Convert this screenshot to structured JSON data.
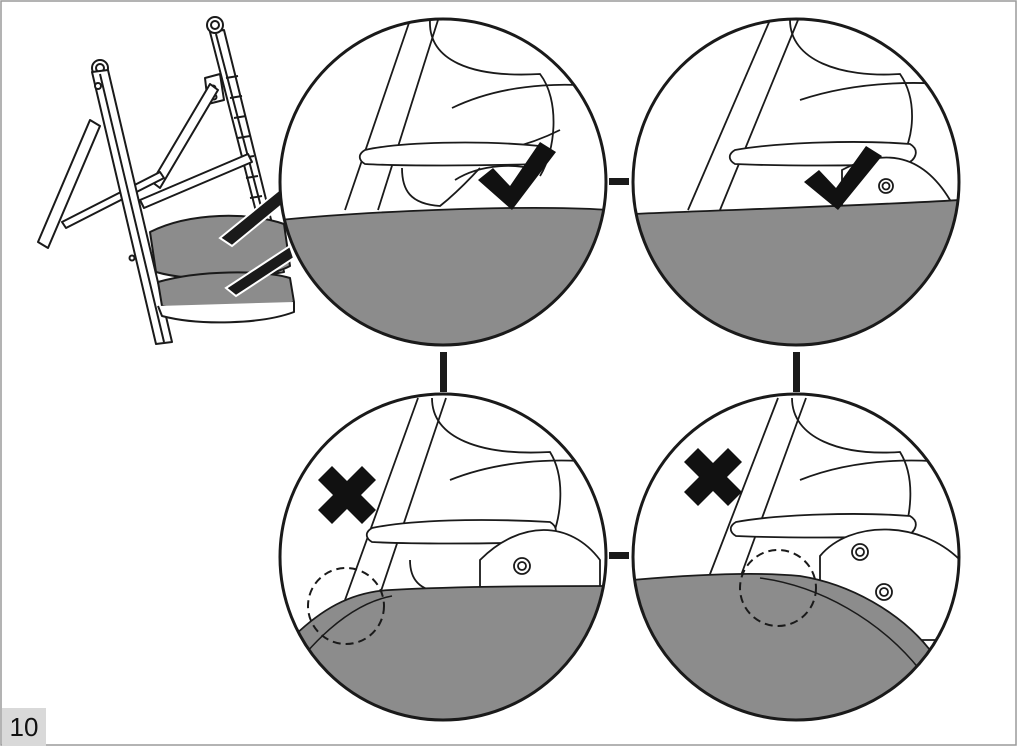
{
  "step": {
    "number": "10"
  },
  "panels": [
    {
      "id": "top-left",
      "verdict": "correct",
      "icon": "check-mark-icon"
    },
    {
      "id": "top-right",
      "verdict": "correct",
      "icon": "check-mark-icon"
    },
    {
      "id": "bottom-left",
      "verdict": "incorrect",
      "icon": "cross-mark-icon"
    },
    {
      "id": "bottom-right",
      "verdict": "incorrect",
      "icon": "cross-mark-icon"
    }
  ],
  "colors": {
    "cushion": "#8c8c8c",
    "line": "#1a1a1a",
    "label_bg": "#d9d9d9",
    "border": "#9a9a9a"
  }
}
